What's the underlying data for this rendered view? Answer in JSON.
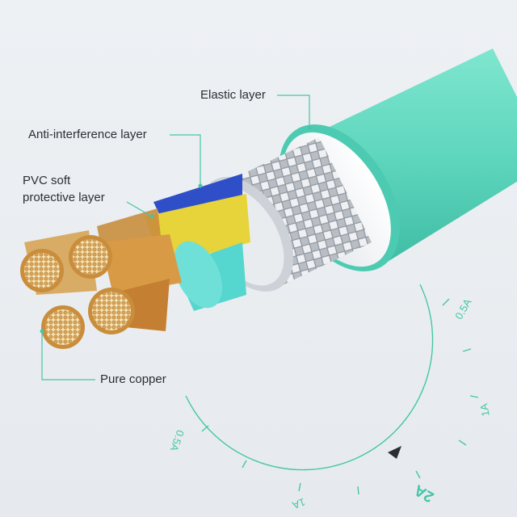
{
  "labels": {
    "elastic_layer": "Elastic layer",
    "anti_interference_layer": "Anti-interference layer",
    "pvc_line1": "PVC soft",
    "pvc_line2": "protective layer",
    "pure_copper": "Pure copper"
  },
  "dial": {
    "ticks": [
      "0.5A",
      "1A",
      "2A",
      "1A",
      "0.5A"
    ],
    "color": "#45c6a6"
  },
  "colors": {
    "jacket": "#5fd8bf",
    "jacket_dark": "#3fbfa6",
    "shield": "#cfd3d8",
    "copper": "#d89a4a",
    "wire_blue": "#2f4fc9",
    "wire_yellow": "#e6d43a",
    "wire_cyan": "#55d6cf",
    "leader_line": "#45c6a6"
  }
}
